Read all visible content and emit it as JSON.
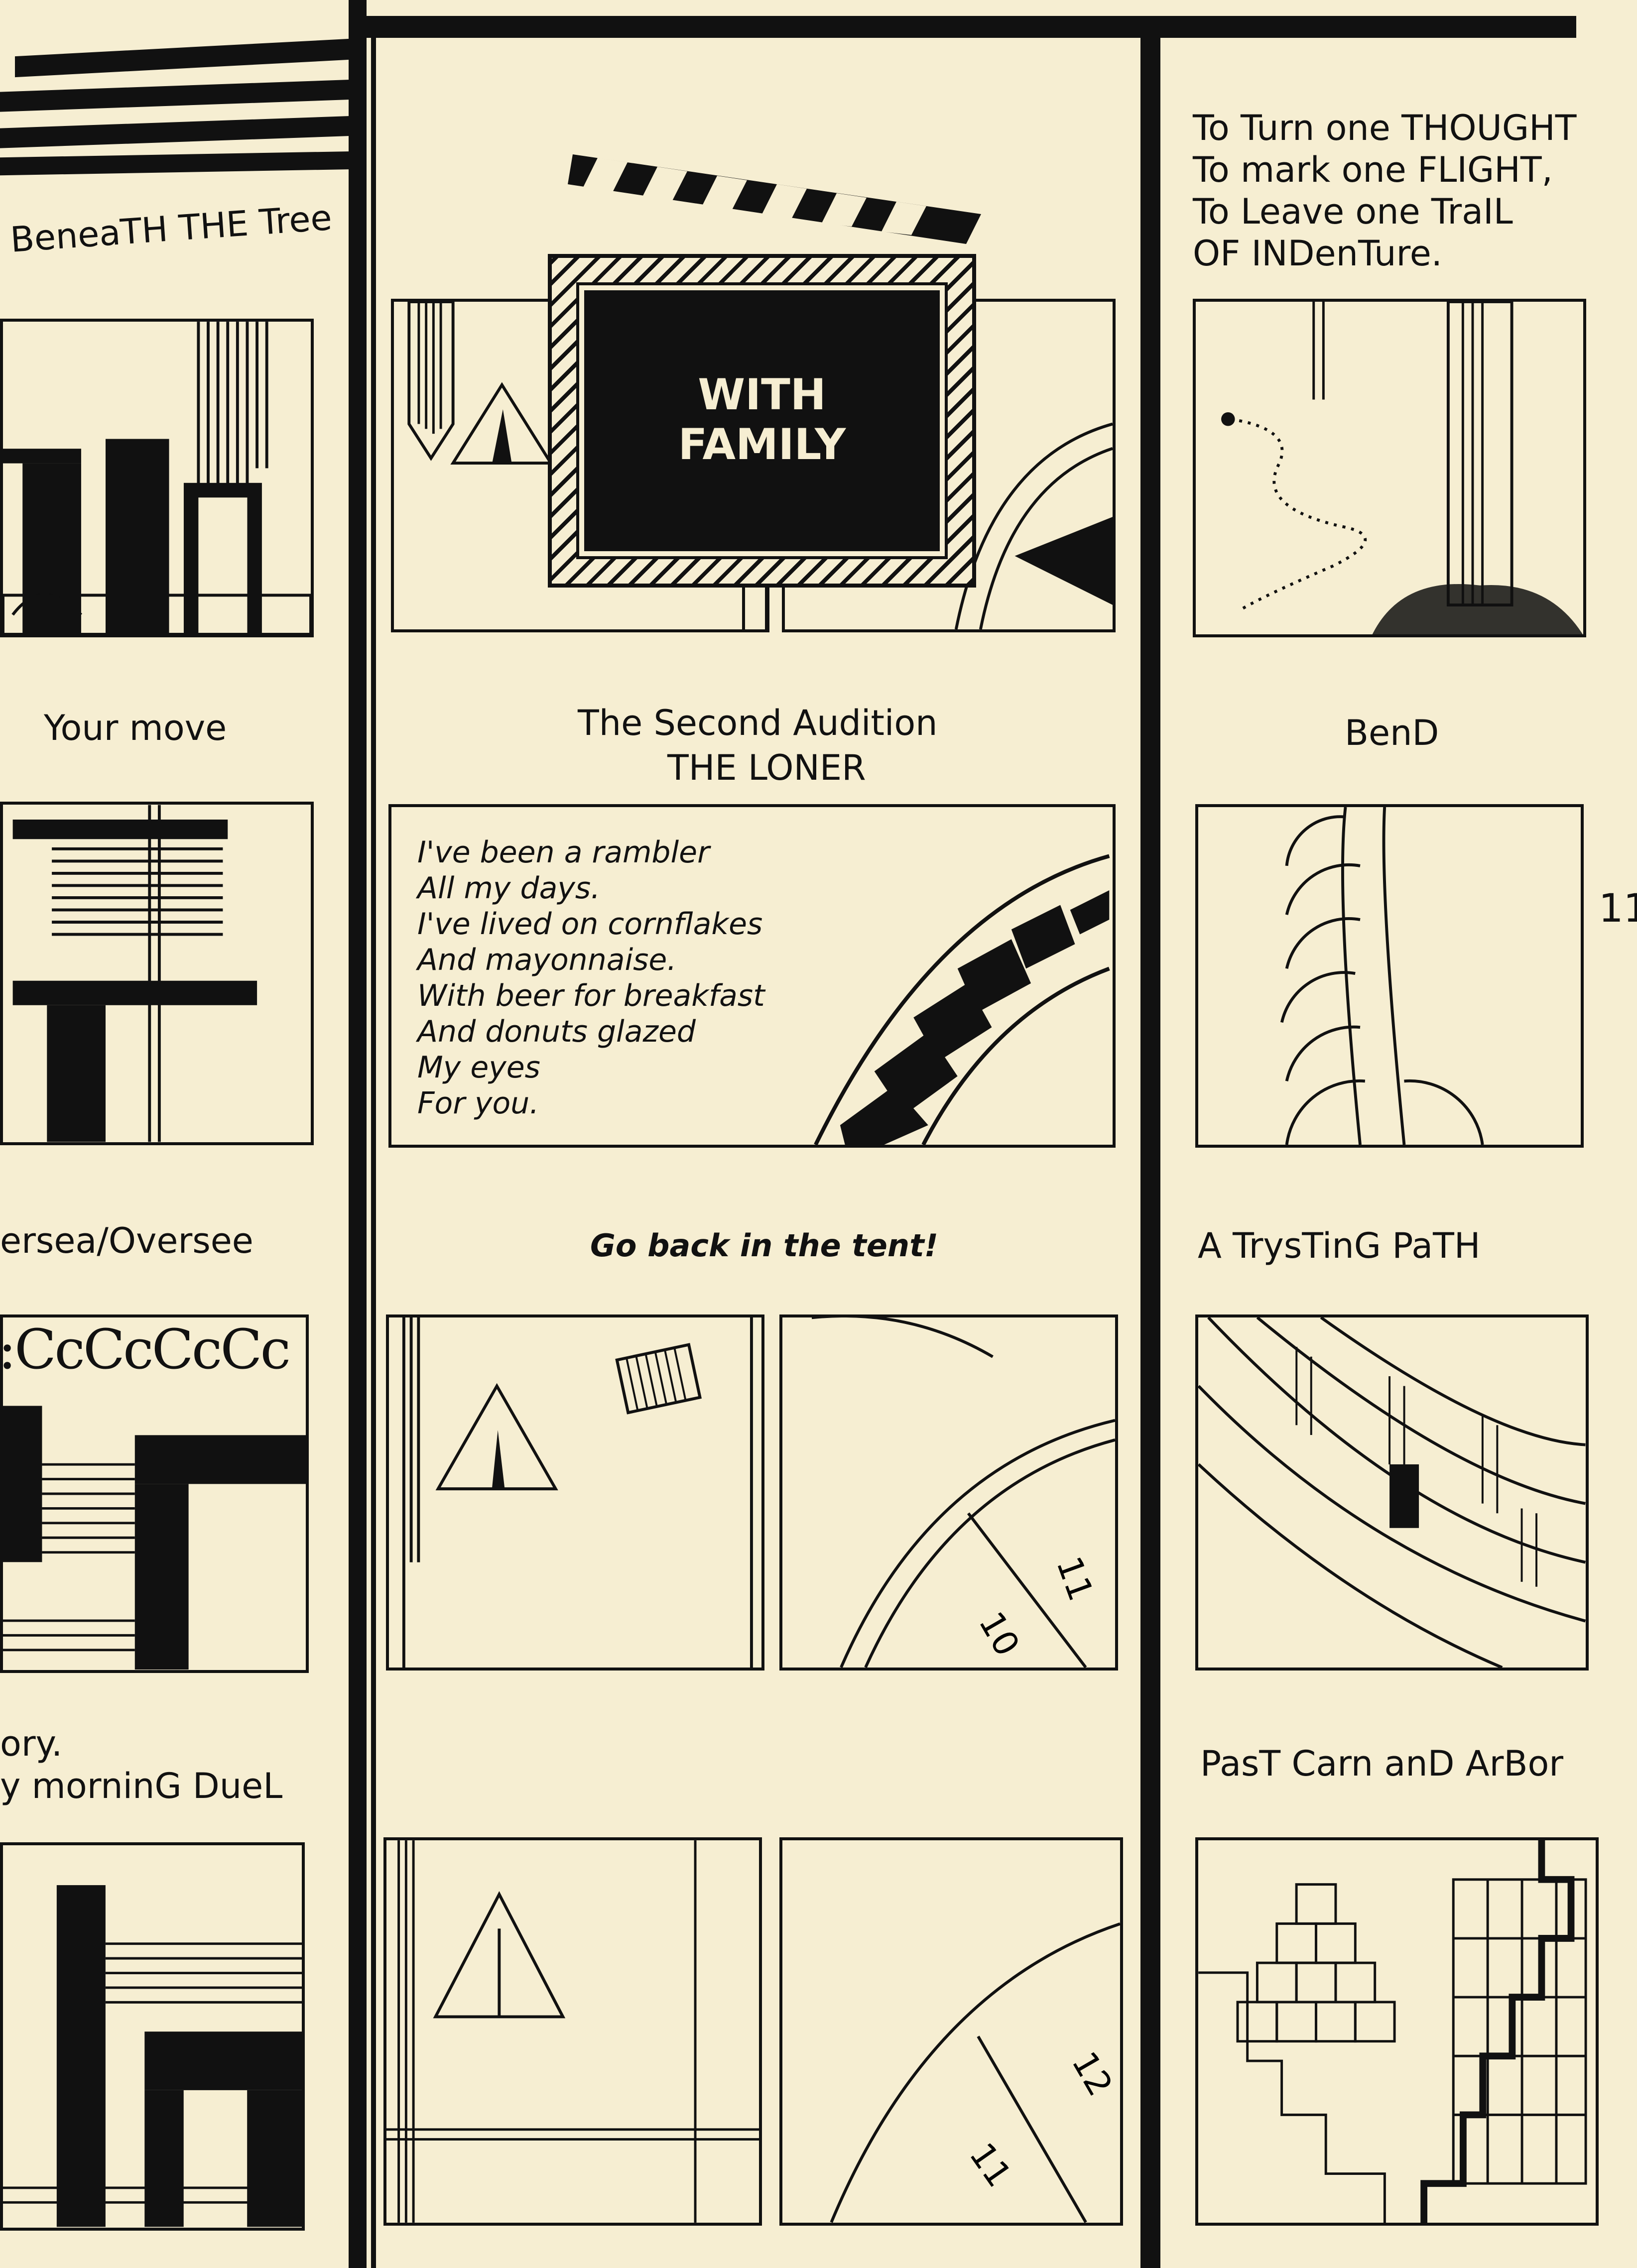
{
  "page_number": "11",
  "left_column": {
    "captions": [
      "BeneaTH THE Tree",
      "Your move",
      "ersea/Oversee",
      "ory.",
      "y morninG DueL"
    ],
    "c_letters": ":CcCcCcCc"
  },
  "middle_column": {
    "clapper_text_1": "WITH",
    "clapper_text_2": "FAMILY",
    "title_1": "The Second Audition",
    "title_2": "THE LONER",
    "poem": [
      "I've been a rambler",
      "All my days.",
      "I've lived on cornflakes",
      "And mayonnaise.",
      "With beer for breakfast",
      "And donuts glazed",
      "My eyes",
      "For you."
    ],
    "caption_3": "Go back in the tent!",
    "clock_1": [
      "11",
      "10"
    ],
    "clock_2": [
      "12",
      "11"
    ]
  },
  "right_column": {
    "verse": [
      "To Turn one THOUGHT",
      "To mark one FLIGHT,",
      "To Leave one TraIL",
      "OF INDenTure."
    ],
    "caption_2": "BenD",
    "caption_3": "A TrysTinG PaTH",
    "caption_4": "PasT Carn anD ArBor"
  }
}
